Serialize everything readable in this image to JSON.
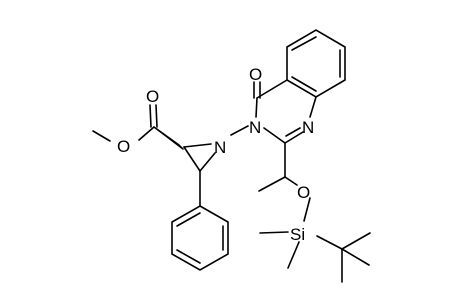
{
  "molecule": {
    "atoms": {
      "carbonyl_o_ester": "O",
      "ester_o": "O",
      "aziridine_n": "N",
      "quinazolinone_carbonyl_o": "O",
      "quinazolinone_n3": "N",
      "quinazolinone_n1": "N",
      "ether_o": "O",
      "silicon": "Si"
    }
  }
}
